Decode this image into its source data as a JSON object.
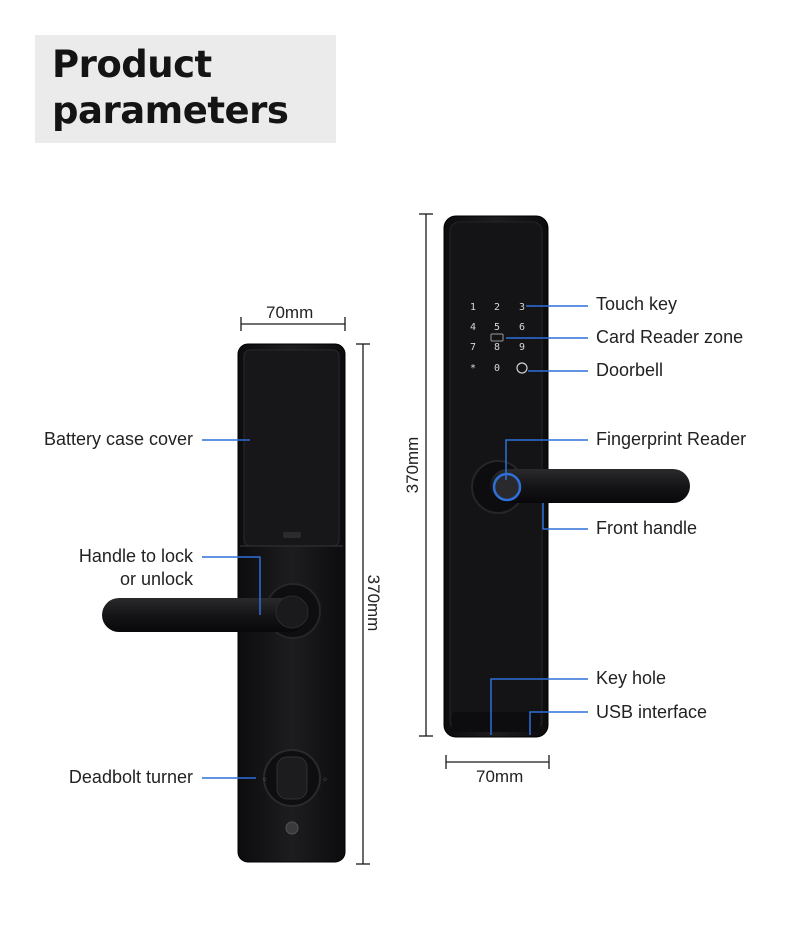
{
  "title": {
    "line1": "Product",
    "line2": "parameters"
  },
  "colors": {
    "lock_body": "#121214",
    "lock_face": "#1a1a1d",
    "callout_line": "#2f6fd8",
    "dimension_line": "#1a1a1a",
    "title_bg": "#ebebeb"
  },
  "back_view": {
    "width_label": "70mm",
    "height_label": "370mm",
    "callouts": {
      "battery": "Battery case cover",
      "handle_line1": "Handle to lock",
      "handle_line2": "or unlock",
      "deadbolt": "Deadbolt turner"
    }
  },
  "front_view": {
    "width_label": "70mm",
    "height_label": "370mm",
    "keypad": [
      "1",
      "2",
      "3",
      "4",
      "5",
      "6",
      "7",
      "8",
      "9",
      "*",
      "0"
    ],
    "callouts": {
      "touch_key": "Touch key",
      "card_reader": "Card Reader zone",
      "doorbell": "Doorbell",
      "fingerprint": "Fingerprint Reader",
      "front_handle": "Front handle",
      "key_hole": "Key hole",
      "usb": "USB interface"
    }
  }
}
